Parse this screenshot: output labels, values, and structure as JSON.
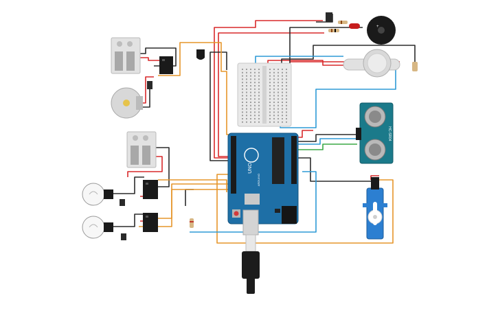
{
  "arduino": {
    "model_label": "UNO",
    "brand_label": "ARDUINO"
  },
  "sensor": {
    "label": "HC-SR04"
  },
  "colors": {
    "wire_red": "#d8282a",
    "wire_black": "#2b2b2b",
    "wire_orange": "#e6952a",
    "wire_blue": "#2d9ad6",
    "wire_green": "#3aa845",
    "board_blue": "#1e6fa6",
    "sensor_teal": "#1b7a8a",
    "breadboard": "#e9e9e9"
  },
  "components": [
    "arduino-uno",
    "breadboard",
    "ultrasonic-sensor",
    "servo-motor",
    "buzzer",
    "gas-sensor",
    "dc-motor",
    "relay-1",
    "relay-2",
    "relay-3",
    "light-bulb-1",
    "light-bulb-2",
    "led-red",
    "temperature-sensor",
    "slide-switch",
    "usb-cable",
    "power-plug-1",
    "power-plug-2"
  ]
}
